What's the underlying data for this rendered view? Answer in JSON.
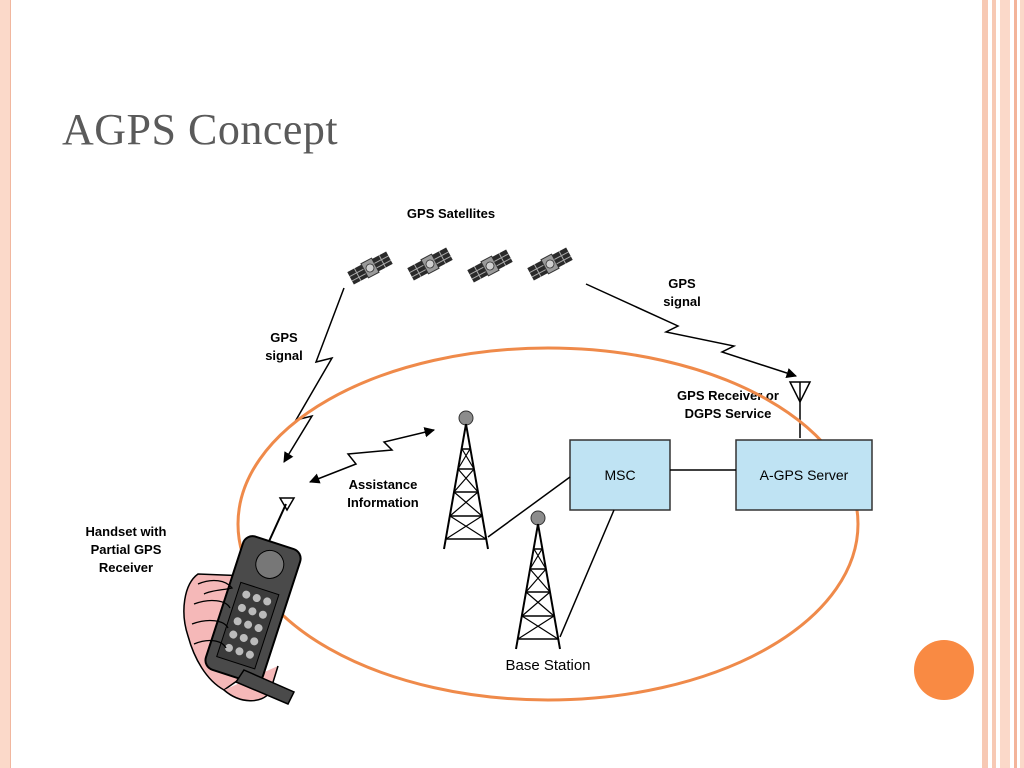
{
  "slide": {
    "title": "AGPS Concept",
    "accent_color": "#f98a43",
    "frame_color": "#fbd9c9"
  },
  "diagram": {
    "satellites_label": "GPS Satellites",
    "gps_signal_left": [
      "GPS",
      "signal"
    ],
    "gps_signal_right": [
      "GPS",
      "signal"
    ],
    "receiver_label": [
      "GPS Receiver or",
      "DGPS Service"
    ],
    "assistance_label": [
      "Assistance",
      "Information"
    ],
    "handset_label": [
      "Handset with",
      "Partial GPS",
      "Receiver"
    ],
    "msc_label": "MSC",
    "agps_server_label": "A-GPS Server",
    "base_station_label": "Base Station",
    "box_fill_color": "#bfe3f3",
    "ellipse_color": "#ef8a4a"
  }
}
